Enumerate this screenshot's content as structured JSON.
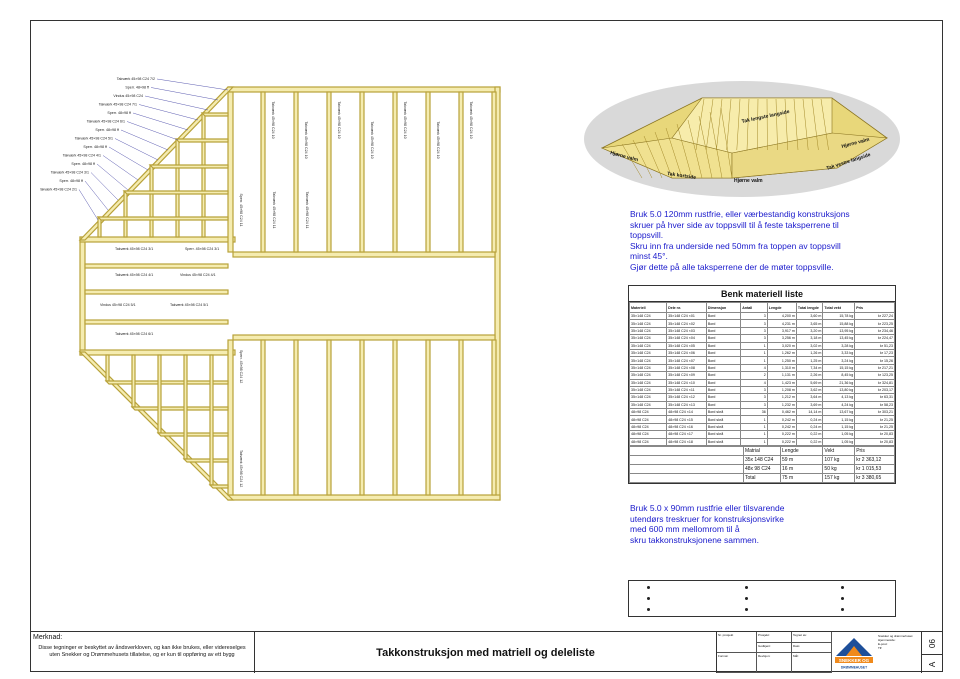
{
  "drawing": {
    "timber_labels": {
      "left_fan": [
        "Takværk 45×98 C24 7/2",
        "Sperr. 48×98 ff",
        "Vindus 45×98 C24",
        "Takværk 45×98 C24 7/1",
        "Sperr. 48×98 ff",
        "Takværk 45×98 C24 6/1",
        "Sperr. 48×98 ff",
        "Takværk 45×98 C24 5/1",
        "Sperr. 48×98 ff",
        "Takværk 45×98 C24 4/1",
        "Sperr. 48×98 ff",
        "Takværk 45×98 C24 3/1",
        "Sperr. 48×98 ff",
        "Takværk 45×98 C24 2/1"
      ],
      "top_rafters": [
        "Takværk 45×98 C24 10",
        "Takværk 45×98 C24 10",
        "Takværk 45×98 C24 10",
        "Takværk 45×98 C24 10",
        "Takværk 45×98 C24 10",
        "Takværk 45×98 C24 10",
        "Takværk 45×98 C24 10",
        "Takværk 45×98 C24 10"
      ],
      "mid_rafters": [
        "Sperr. 45×98 C24 11",
        "Takværk 45×98 C24 11",
        "Takværk 45×98 C24 11"
      ],
      "horizontal": [
        "Takværk 45×98 C24 3/1",
        "Sperr. 45×98 C24 3/1",
        "Takværk 45×98 C24 4/1",
        "Vindus 45×98 C24 4/1",
        "Vindus 45×98 C24 5/1",
        "Takværk 45×98 C24 5/1",
        "Takværk 45×98 C24 6/1"
      ],
      "right_lower": [
        "Sperr. 45×98 C24 12",
        "Takværk 45×98 C24 12"
      ]
    }
  },
  "render": {
    "labels": [
      "Tak lengste langside",
      "Hjørne valm",
      "Tak kortside",
      "Hjørne valm",
      "Tak vestre langside",
      "Hjørne valm"
    ]
  },
  "notes": {
    "note1": [
      "Bruk 5.0 120mm rustfrie, eller værbestandig konstruksjons",
      "skruer på hver side av toppsvill til å feste taksperrene til",
      "toppsvill.",
      "Skru inn fra underside ned 50mm fra toppen av toppsvill",
      "minst 45°.",
      "Gjør dette på alle taksperrene der de møter toppsville."
    ],
    "note2": [
      "Bruk 5.0 x 90mm rustfrie eller tilsvarende",
      "utendørs treskruer for konstruksjonsvirke",
      "med 600 mm mellomrom til å",
      "skru takkonstruksjonene sammen."
    ]
  },
  "material_list": {
    "title": "Benk materiell liste",
    "headers": [
      "Materiell",
      "Dele nr.",
      "Dimensjon",
      "Antall",
      "Lengde",
      "Total lengde",
      "Total vekt",
      "Pris"
    ],
    "rows": [
      [
        "35×148 C24",
        "35×148 C24 ×01",
        "Bord",
        "3",
        "4,200 m",
        "3,60 m",
        "15,78 kg",
        "kr 227,24"
      ],
      [
        "35×148 C24",
        "35×148 C24 ×02",
        "Bord",
        "3",
        "4,231 m",
        "3,65 m",
        "15,88 kg",
        "kr 223,25"
      ],
      [
        "35×148 C24",
        "35×148 C24 ×03",
        "Bord",
        "3",
        "3,917 m",
        "3,20 m",
        "13,95 kg",
        "kr 234,46"
      ],
      [
        "35×148 C24",
        "35×148 C24 ×04",
        "Bord",
        "3",
        "3,256 m",
        "3,18 m",
        "13,45 kg",
        "kr 224,47"
      ],
      [
        "35×148 C24",
        "35×148 C24 ×05",
        "Bord",
        "1",
        "3,020 m",
        "3,02 m",
        "3,28 kg",
        "kr 51,23"
      ],
      [
        "35×148 C24",
        "35×148 C24 ×06",
        "Bord",
        "1",
        "1,262 m",
        "1,26 m",
        "3,33 kg",
        "kr 17,23"
      ],
      [
        "35×148 C24",
        "35×148 C24 ×07",
        "Bord",
        "1",
        "1,250 m",
        "1,25 m",
        "3,24 kg",
        "kr 15,26"
      ],
      [
        "35×148 C24",
        "35×148 C24 ×08",
        "Bord",
        "4",
        "1,310 m",
        "7,34 m",
        "15,15 kg",
        "kr 217,21"
      ],
      [
        "35×148 C24",
        "35×148 C24 ×09",
        "Bord",
        "2",
        "1,131 m",
        "2,26 m",
        "8,45 kg",
        "kr 123,25"
      ],
      [
        "35×148 C24",
        "35×148 C24 ×10",
        "Bord",
        "4",
        "1,423 m",
        "5,69 m",
        "21,36 kg",
        "kr 324,81"
      ],
      [
        "35×148 C24",
        "35×148 C24 ×11",
        "Bord",
        "3",
        "1,208 m",
        "3,62 m",
        "13,80 kg",
        "kr 203,17"
      ],
      [
        "35×148 C24",
        "35×148 C24 ×12",
        "Bord",
        "3",
        "1,212 m",
        "3,64 m",
        "4,13 kg",
        "kr 63,31"
      ],
      [
        "35×148 C24",
        "35×148 C24 ×13",
        "Bord",
        "3",
        "1,232 m",
        "3,69 m",
        "4,24 kg",
        "kr 58,23"
      ],
      [
        "48×98 C24",
        "48×98 C24 ×14",
        "Bord skrå",
        "36",
        "0,462 m",
        "14,14 m",
        "13,67 kg",
        "kr 303,21"
      ],
      [
        "48×98 C24",
        "48×98 C24 ×15",
        "Bord skrå",
        "1",
        "0,242 m",
        "0,24 m",
        "1,15 kg",
        "kr 21,25"
      ],
      [
        "48×98 C24",
        "48×98 C24 ×16",
        "Bord skrå",
        "1",
        "0,242 m",
        "0,24 m",
        "1,15 kg",
        "kr 21,25"
      ],
      [
        "48×98 C24",
        "48×98 C24 ×17",
        "Bord skrå",
        "1",
        "0,222 m",
        "0,22 m",
        "1,05 kg",
        "kr 20,83"
      ],
      [
        "48×98 C24",
        "48×98 C24 ×18",
        "Bord skrå",
        "1",
        "0,222 m",
        "0,22 m",
        "1,05 kg",
        "kr 20,83"
      ]
    ],
    "summary_headers": [
      "Matrial",
      "Lengde",
      "Vekt",
      "Pris"
    ],
    "summary": [
      [
        "35x 148 C24",
        "59 m",
        "107 kg",
        "kr 2 363,12"
      ],
      [
        "48x 98 C24",
        "16 m",
        "50 kg",
        "kr 1 015,53"
      ],
      [
        "Total",
        "75 m",
        "157 kg",
        "kr 3 380,65"
      ]
    ]
  },
  "title_block": {
    "remark_label": "Merknad:",
    "remark_text": "Disse tegninger er beskyttet av åndsverkloven, og kan ikke brukes, eller videreselges uten Snekker og Drømmehusets tillatelse, og er kun til oppføring av ett bygg",
    "drawing_title": "Takkonstruksjon med matriell og deleliste",
    "info_cells": [
      "Nr. prosjekt",
      "Prosjekt:",
      "Tegnet av:",
      "Godkjent:",
      "Dato:",
      "Format:",
      "Revisjon:",
      "Mål:"
    ],
    "logo_text": "SNEKKER OG",
    "logo_subtext": "DRØMMEHUSET",
    "company": [
      "Snekker og drømmehuset",
      "Hjemmeside:",
      "E-post:",
      "Tlf:"
    ],
    "sheet_number": "06",
    "sheet_size": "A"
  },
  "colors": {
    "timber_fill": "#f5ecb0",
    "timber_stroke": "#b8a23a",
    "note_blue": "#1a1acc",
    "logo_blue": "#1d4f9a",
    "logo_orange": "#f08a1c"
  }
}
